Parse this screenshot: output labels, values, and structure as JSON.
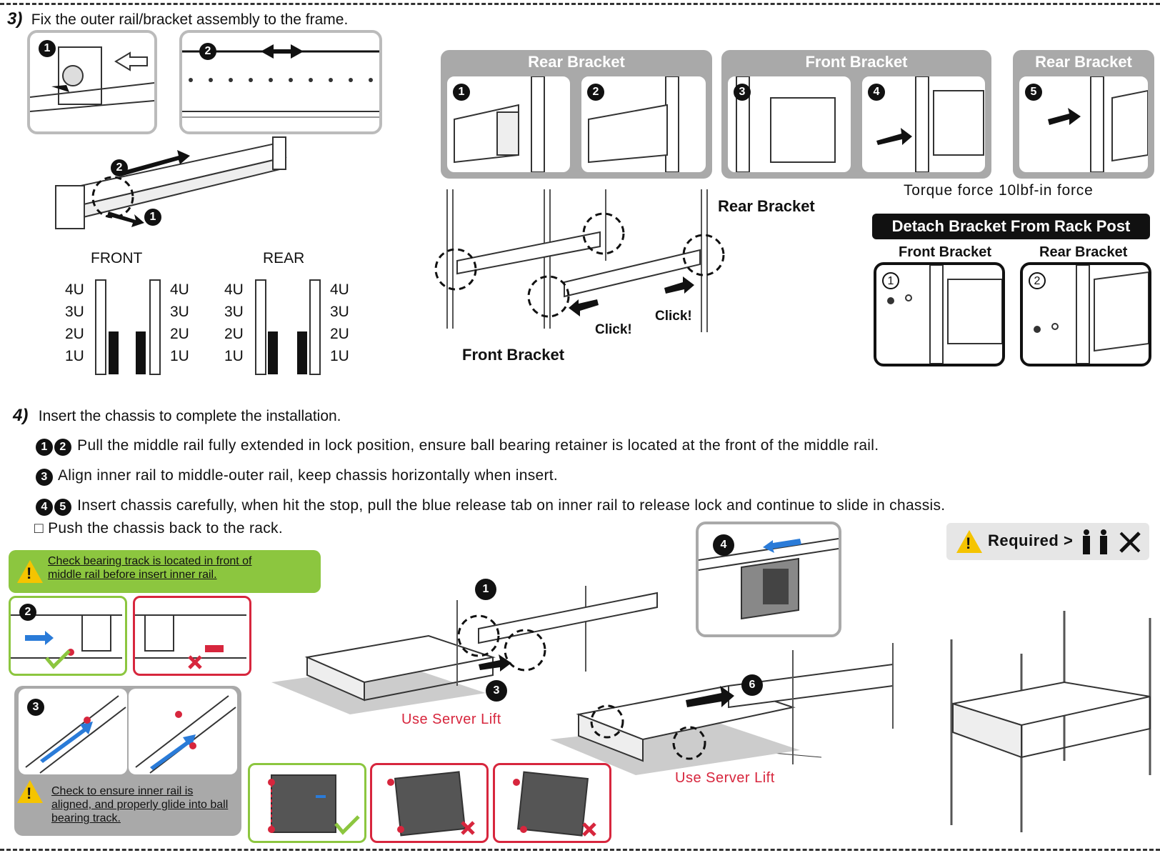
{
  "step3": {
    "num": "3)",
    "title": "Fix the outer rail/bracket assembly to the frame.",
    "callout_nums": [
      "1",
      "2",
      "2",
      "1"
    ],
    "front_label": "FRONT",
    "rear_label": "REAR",
    "u_labels": [
      "4U",
      "3U",
      "2U",
      "1U"
    ],
    "rear_bracket_header_1": "Rear Bracket",
    "front_bracket_header": "Front Bracket",
    "rear_bracket_header_2": "Rear Bracket",
    "bracket_steps": [
      "1",
      "2",
      "3",
      "4",
      "5"
    ],
    "torque": "Torque force 10lbf-in force",
    "rail_rear_label": "Rear Bracket",
    "rail_front_label": "Front Bracket",
    "click_1": "Click!",
    "click_2": "Click!",
    "detach_title": "Detach  Bracket From Rack Post",
    "detach_front": "Front Bracket",
    "detach_rear": "Rear Bracket",
    "detach_nums": [
      "1",
      "2"
    ]
  },
  "step4": {
    "num": "4)",
    "title": "Insert the chassis to complete the installation.",
    "lines": [
      {
        "bullets": [
          "1",
          "2"
        ],
        "text": "Pull the middle rail fully extended in lock position, ensure ball bearing  retainer is located at the front of the middle rail."
      },
      {
        "bullets": [
          "3"
        ],
        "text": "Align inner rail to middle-outer rail, keep chassis horizontally when insert."
      },
      {
        "bullets": [
          "4",
          "5"
        ],
        "text": "Insert chassis carefully, when hit the stop, pull the blue release tab on inner rail to release lock and continue to slide in chassis."
      },
      {
        "bullets": [],
        "text": "□ Push the chassis back to the rack."
      }
    ],
    "note_1": "Check bearing track is located in front of middle rail before insert inner rail.",
    "note_2": "Check to ensure inner rail is aligned, and properly glide into ball bearing track.",
    "required_label": "Required >",
    "server_lift_1": "Use Server Lift",
    "server_lift_2": "Use Server Lift",
    "callouts": [
      "2",
      "3",
      "1",
      "3",
      "4",
      "6"
    ]
  },
  "colors": {
    "green": "#8cc63f",
    "red": "#d7263d",
    "blue": "#2a7bd8",
    "warning": "#f5c400",
    "gray": "#a9a9a9"
  },
  "icons": [
    "warning-icon",
    "person-icon",
    "tools-icon",
    "check-icon",
    "cross-icon",
    "eye-icon"
  ]
}
